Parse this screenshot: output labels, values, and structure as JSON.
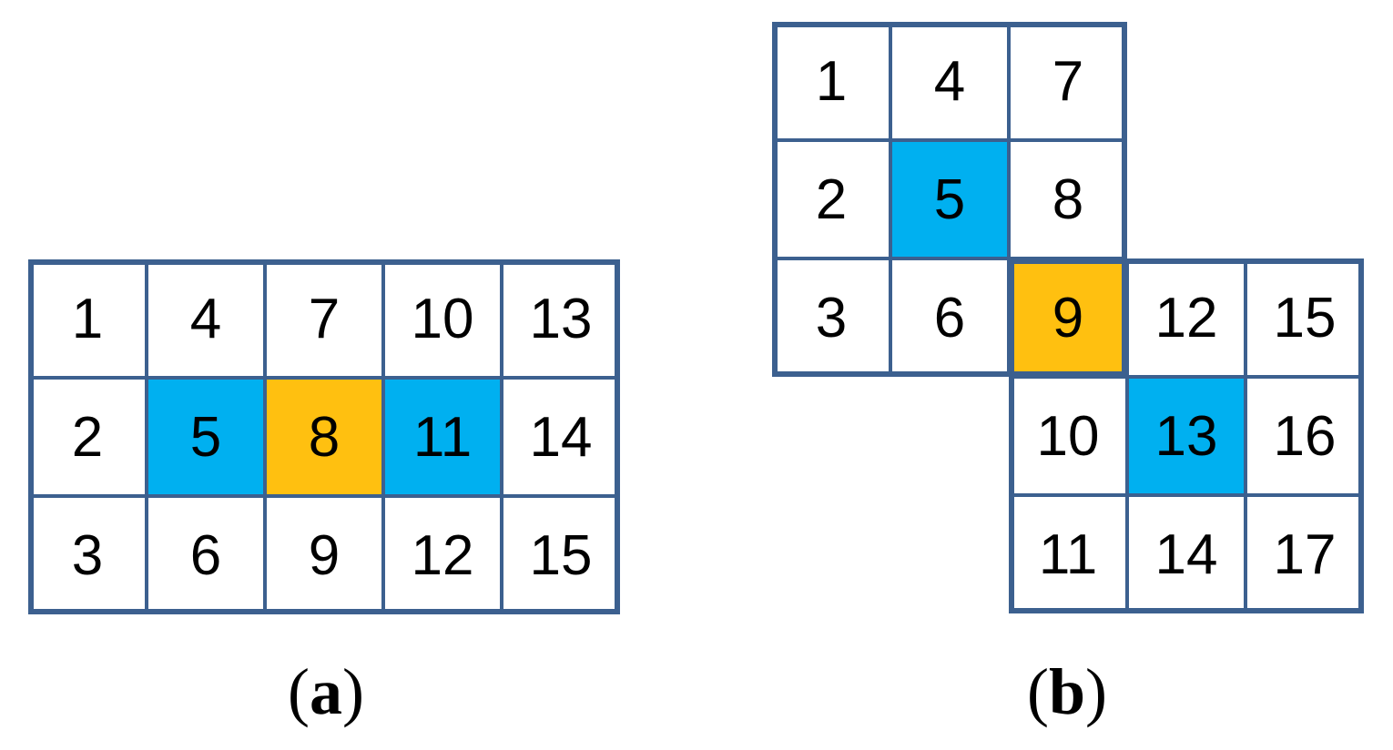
{
  "colors": {
    "border": "#3C608F",
    "text": "#000000",
    "white": "#FFFFFF",
    "blue": "#00B0F0",
    "orange": "#FFC010"
  },
  "panels": {
    "a": {
      "label": {
        "open": "(",
        "letter": "a",
        "close": ")"
      },
      "grid": {
        "rows": 3,
        "cols": 5
      },
      "cells": [
        {
          "value": "1",
          "row": 1,
          "col": 1,
          "fill": "white"
        },
        {
          "value": "2",
          "row": 2,
          "col": 1,
          "fill": "white"
        },
        {
          "value": "3",
          "row": 3,
          "col": 1,
          "fill": "white"
        },
        {
          "value": "4",
          "row": 1,
          "col": 2,
          "fill": "white"
        },
        {
          "value": "5",
          "row": 2,
          "col": 2,
          "fill": "blue"
        },
        {
          "value": "6",
          "row": 3,
          "col": 2,
          "fill": "white"
        },
        {
          "value": "7",
          "row": 1,
          "col": 3,
          "fill": "white"
        },
        {
          "value": "8",
          "row": 2,
          "col": 3,
          "fill": "orange"
        },
        {
          "value": "9",
          "row": 3,
          "col": 3,
          "fill": "white"
        },
        {
          "value": "10",
          "row": 1,
          "col": 4,
          "fill": "white"
        },
        {
          "value": "11",
          "row": 2,
          "col": 4,
          "fill": "blue"
        },
        {
          "value": "12",
          "row": 3,
          "col": 4,
          "fill": "white"
        },
        {
          "value": "13",
          "row": 1,
          "col": 5,
          "fill": "white"
        },
        {
          "value": "14",
          "row": 2,
          "col": 5,
          "fill": "white"
        },
        {
          "value": "15",
          "row": 3,
          "col": 5,
          "fill": "white"
        }
      ]
    },
    "b": {
      "label": {
        "open": "(",
        "letter": "b",
        "close": ")"
      },
      "grid": {
        "rows": 5,
        "cols": 5
      },
      "cells": [
        {
          "value": "1",
          "row": 1,
          "col": 1,
          "fill": "white"
        },
        {
          "value": "2",
          "row": 2,
          "col": 1,
          "fill": "white"
        },
        {
          "value": "3",
          "row": 3,
          "col": 1,
          "fill": "white"
        },
        {
          "value": "4",
          "row": 1,
          "col": 2,
          "fill": "white"
        },
        {
          "value": "5",
          "row": 2,
          "col": 2,
          "fill": "blue"
        },
        {
          "value": "6",
          "row": 3,
          "col": 2,
          "fill": "white"
        },
        {
          "value": "7",
          "row": 1,
          "col": 3,
          "fill": "white"
        },
        {
          "value": "8",
          "row": 2,
          "col": 3,
          "fill": "white"
        },
        {
          "value": "9",
          "row": 3,
          "col": 3,
          "fill": "orange"
        },
        {
          "value": "10",
          "row": 4,
          "col": 3,
          "fill": "white"
        },
        {
          "value": "11",
          "row": 5,
          "col": 3,
          "fill": "white"
        },
        {
          "value": "12",
          "row": 3,
          "col": 4,
          "fill": "white"
        },
        {
          "value": "13",
          "row": 4,
          "col": 4,
          "fill": "blue"
        },
        {
          "value": "14",
          "row": 5,
          "col": 4,
          "fill": "white"
        },
        {
          "value": "15",
          "row": 3,
          "col": 5,
          "fill": "white"
        },
        {
          "value": "16",
          "row": 4,
          "col": 5,
          "fill": "white"
        },
        {
          "value": "17",
          "row": 5,
          "col": 5,
          "fill": "white"
        }
      ]
    }
  }
}
